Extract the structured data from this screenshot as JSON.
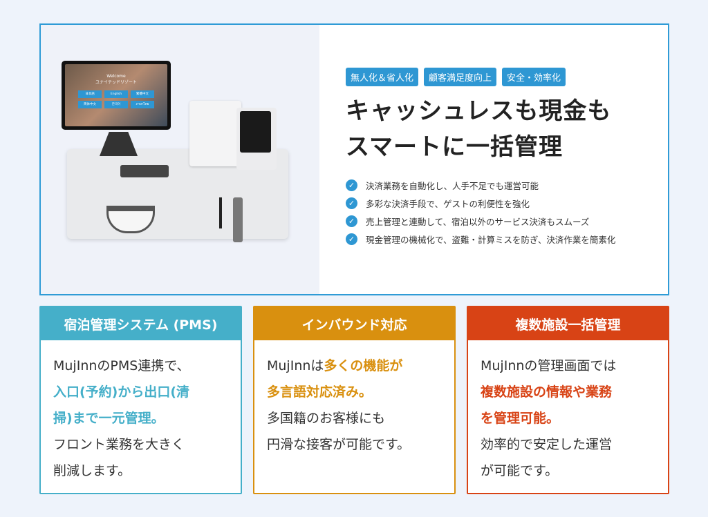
{
  "hero": {
    "device_screen": {
      "welcome": "Welcome",
      "resort_name": "ユナイテッドリゾート",
      "languages": [
        "日本語",
        "English",
        "繁體中文",
        "简体中文",
        "한국어",
        "ภาษาไทย"
      ]
    },
    "tags": [
      "無人化＆省人化",
      "顧客満足度向上",
      "安全・効率化"
    ],
    "headline_lines": [
      "キャッシュレスも現金も",
      "スマートに一括管理"
    ],
    "bullets": [
      "決済業務を自動化し、人手不足でも運営可能",
      "多彩な決済手段で、ゲストの利便性を強化",
      "売上管理と連動して、宿泊以外のサービス決済もスムーズ",
      "現金管理の機械化で、盗難・計算ミスを防ぎ、決済作業を簡素化"
    ],
    "check_icon": "check-circle-icon"
  },
  "cards": [
    {
      "title": "宿泊管理システム (PMS)",
      "color": "#45afc9",
      "lines": [
        {
          "t": "MujInnのPMS連携で、",
          "h": false
        },
        {
          "t": "入口(予約)から出口(清",
          "h": true
        },
        {
          "t": "掃)まで一元管理。",
          "h": true
        },
        {
          "t": "フロント業務を大きく",
          "h": false
        },
        {
          "t": "削減します。",
          "h": false
        }
      ]
    },
    {
      "title": "インバウンド対応",
      "color": "#d9900f",
      "lines": [
        {
          "t": "MujInnは",
          "h": false,
          "t2": "多くの機能が"
        },
        {
          "t": "多言語対応済み。",
          "h": true
        },
        {
          "t": "多国籍のお客様にも",
          "h": false
        },
        {
          "t": "円滑な接客が可能です。",
          "h": false
        }
      ]
    },
    {
      "title": "複数施設一括管理",
      "color": "#d84315",
      "lines": [
        {
          "t": "MujInnの管理画面では",
          "h": false
        },
        {
          "t": "複数施設の情報や業務",
          "h": true
        },
        {
          "t": "を管理可能。",
          "h": true
        },
        {
          "t": "効率的で安定した運営",
          "h": false
        },
        {
          "t": "が可能です。",
          "h": false
        }
      ]
    }
  ]
}
